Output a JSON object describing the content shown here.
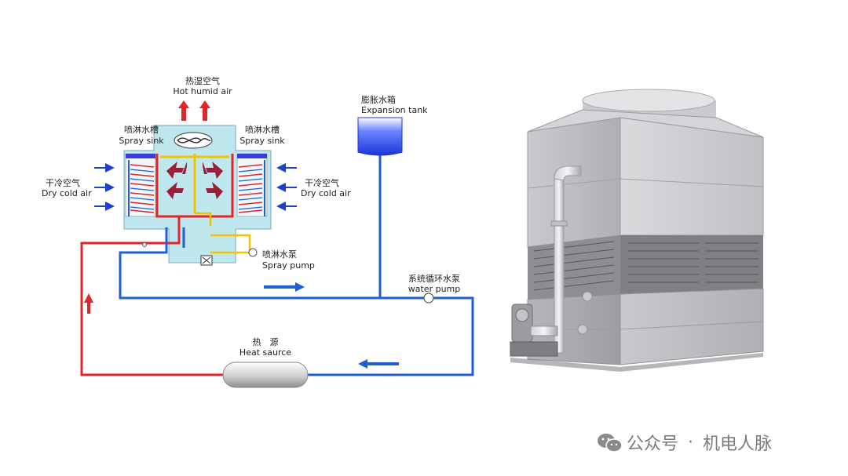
{
  "labels": {
    "hot_humid_air_cn": "热湿空气",
    "hot_humid_air_en": "Hot humid air",
    "spray_sink_cn": "喷淋水槽",
    "spray_sink_en": "Spray sink",
    "dry_cold_air_cn": "干冷空气",
    "dry_cold_air_en": "Dry cold air",
    "expansion_tank_cn": "膨胀水箱",
    "expansion_tank_en": "Expansion tank",
    "spray_pump_cn": "喷淋水泵",
    "spray_pump_en": "Spray pump",
    "water_pump_cn": "系统循环水泵",
    "water_pump_en": "water pump",
    "heat_source_cn": "热　源",
    "heat_source_en": "Heat saurce"
  },
  "watermark": {
    "prefix": "公众号",
    "separator": "·",
    "name": "机电人脉"
  },
  "colors": {
    "hot_pipe": "#e0252b",
    "cold_pipe": "#1f5fd6",
    "spray_pipe": "#f2c400",
    "tower_body": "#bfe8ee",
    "tank": "#1f3fe0"
  },
  "icons": [
    "fan-icon",
    "wechat-icon",
    "pump-icon"
  ]
}
